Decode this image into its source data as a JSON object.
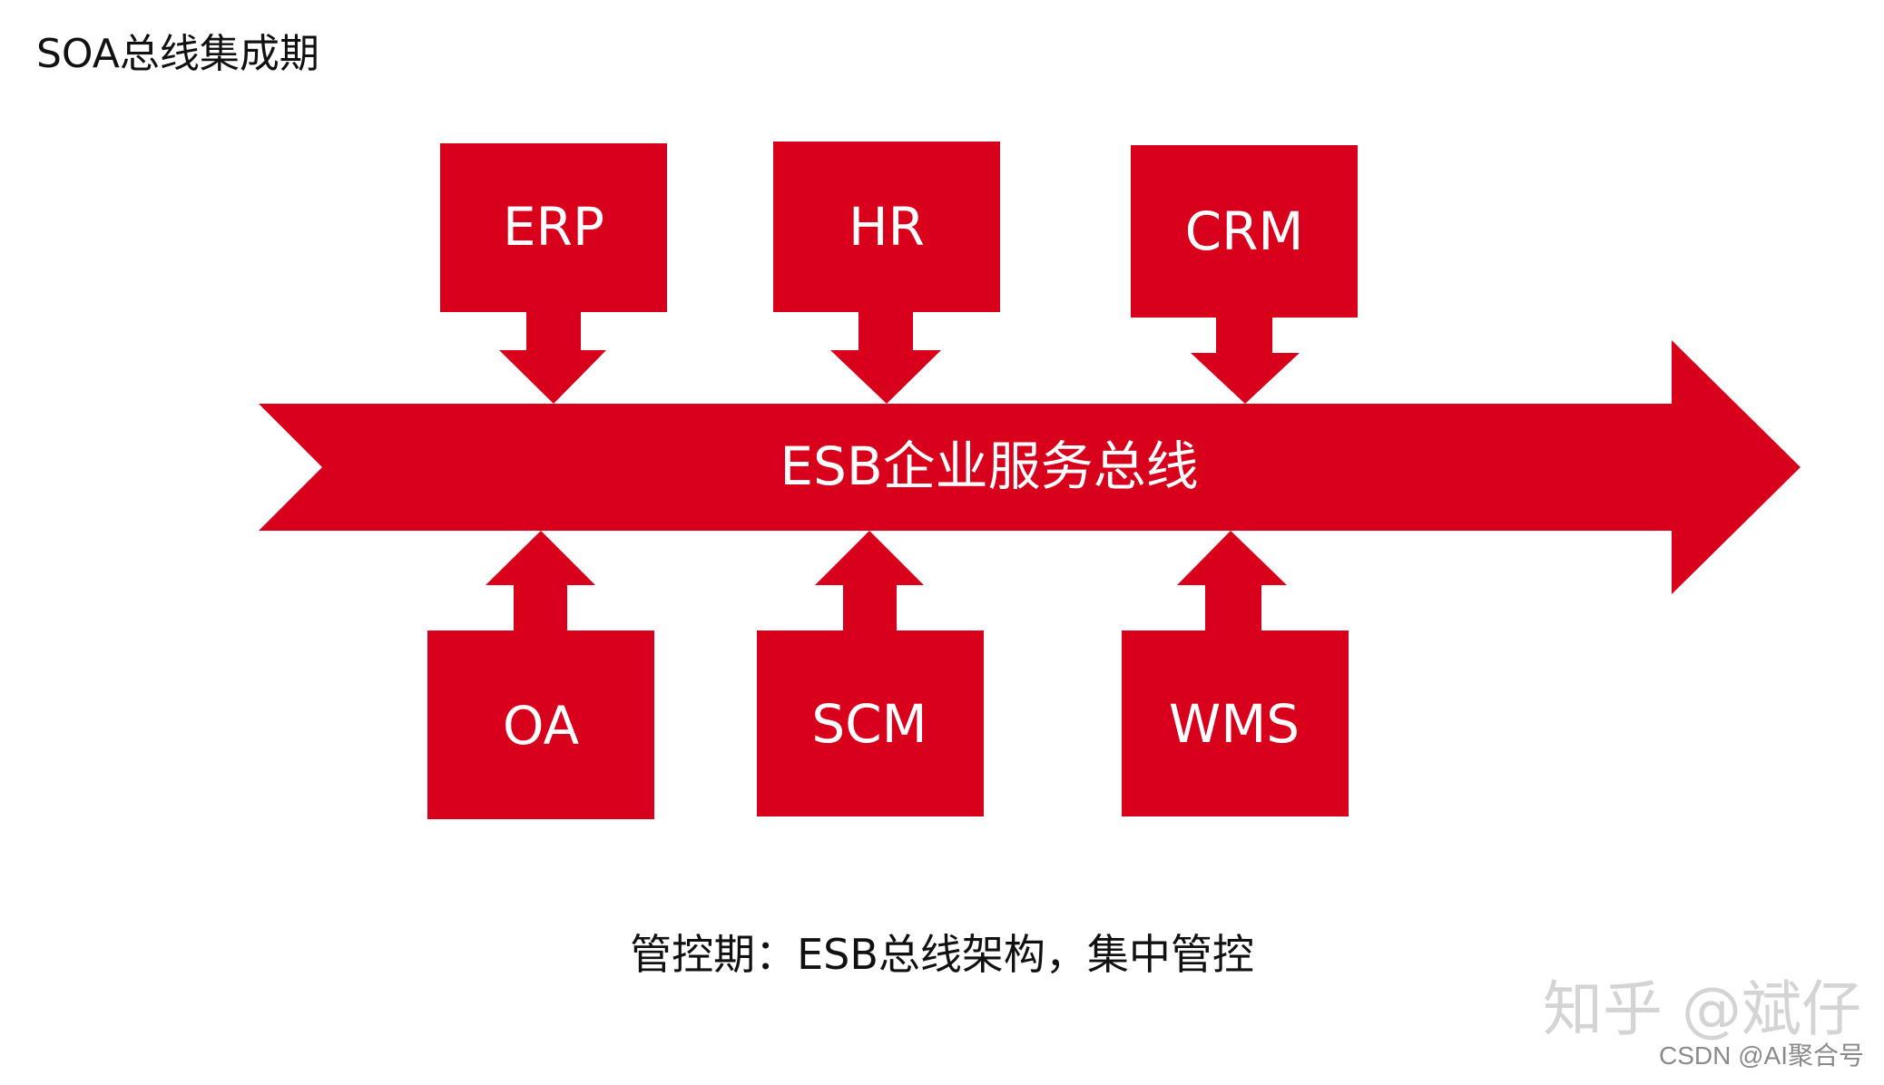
{
  "title": "SOA总线集成期",
  "bus": {
    "label": "ESB企业服务总线"
  },
  "systems_top": [
    {
      "label": "ERP"
    },
    {
      "label": "HR"
    },
    {
      "label": "CRM"
    }
  ],
  "systems_bottom": [
    {
      "label": "OA"
    },
    {
      "label": "SCM"
    },
    {
      "label": "WMS"
    }
  ],
  "caption": "管控期：ESB总线架构，集中管控",
  "watermarks": {
    "zhihu": "知乎 @斌仔",
    "csdn": "CSDN @AI聚合号"
  },
  "colors": {
    "primary_red": "#d9001b",
    "text": "#111111",
    "label_text": "#ffffff"
  }
}
